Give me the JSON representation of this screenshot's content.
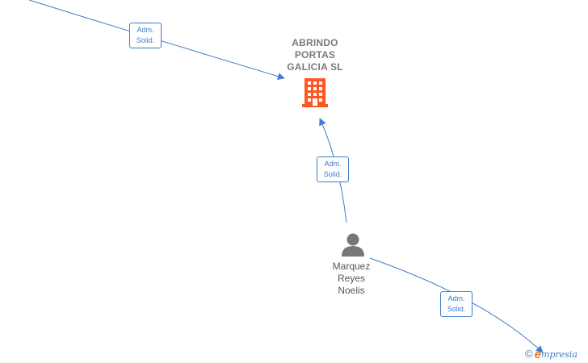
{
  "company": {
    "name_lines": [
      "ABRINDO",
      "PORTAS",
      "GALICIA  SL"
    ],
    "icon": "building-icon",
    "icon_color": "#ff5722"
  },
  "person": {
    "name_lines": [
      "Marquez",
      "Reyes",
      "Noelis"
    ],
    "icon": "person-icon",
    "icon_color": "#777777"
  },
  "edges": [
    {
      "role_lines": [
        "Adm.",
        "Solid."
      ],
      "from": "offscreen-top-left",
      "to": "company"
    },
    {
      "role_lines": [
        "Adm.",
        "Solid."
      ],
      "from": "person",
      "to": "company"
    },
    {
      "role_lines": [
        "Adm.",
        "Solid."
      ],
      "from": "person",
      "to": "offscreen-bottom-right"
    }
  ],
  "edge_color": "#3d7dcc",
  "brand": {
    "copyright": "©",
    "e": "e",
    "rest": "mpresia"
  }
}
